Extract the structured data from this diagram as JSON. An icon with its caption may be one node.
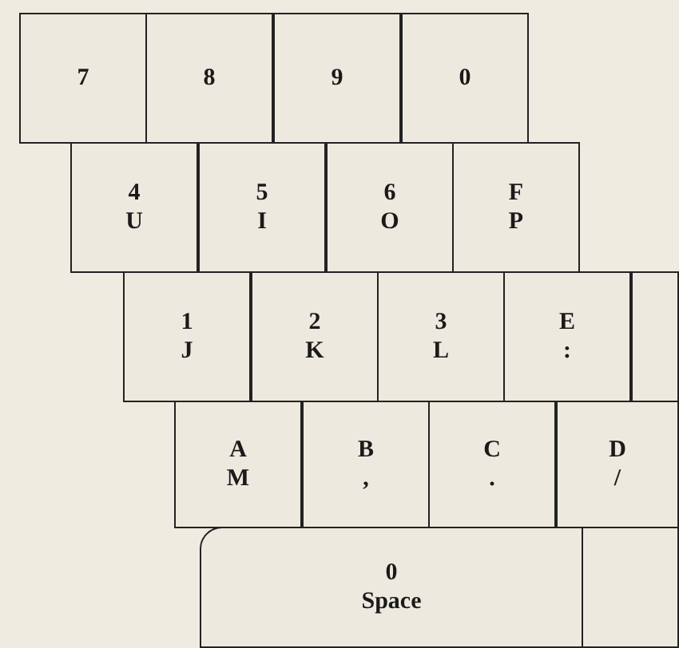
{
  "diagram": {
    "nodes": [
      {
        "text": [
          "7"
        ]
      },
      {
        "text": [
          "8"
        ]
      },
      {
        "text": [
          "9"
        ]
      },
      {
        "text": [
          "0"
        ]
      },
      {
        "text": [
          "4",
          "U"
        ]
      },
      {
        "text": [
          "5",
          "I"
        ]
      },
      {
        "text": [
          "6",
          "O"
        ]
      },
      {
        "text": [
          "F",
          "P"
        ]
      },
      {
        "text": [
          "1",
          "J"
        ]
      },
      {
        "text": [
          "2",
          "K"
        ]
      },
      {
        "text": [
          "3",
          "L"
        ]
      },
      {
        "text": [
          "E",
          ":"
        ]
      },
      {
        "text": [],
        "shape": "box"
      },
      {
        "text": [
          "A",
          "M"
        ]
      },
      {
        "text": [
          "B",
          ","
        ]
      },
      {
        "text": [
          "C",
          "."
        ]
      },
      {
        "text": [
          "D",
          "/"
        ]
      },
      {
        "text": [
          "0",
          "Space"
        ]
      },
      {
        "text": [],
        "shape": "box"
      }
    ]
  }
}
